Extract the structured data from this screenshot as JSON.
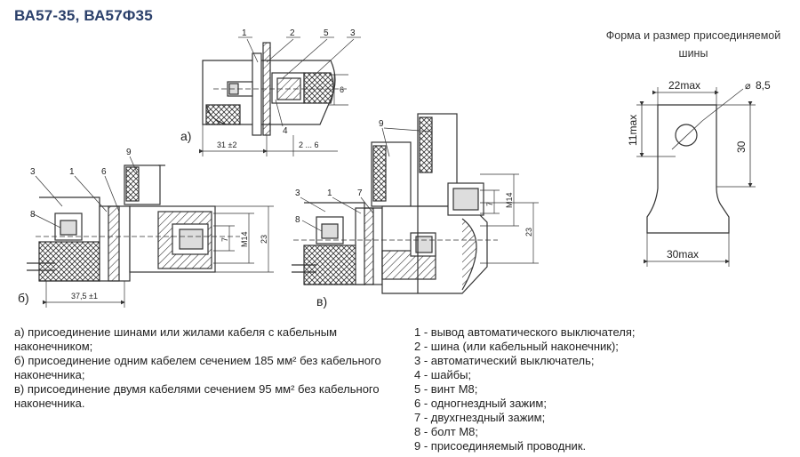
{
  "title": "ВА57-35, ВА57Ф35",
  "busbar": {
    "caption": "Форма и размер присоединяемой шины",
    "dim_width_max": "22max",
    "dim_height_max": "11max",
    "dim_hole": "8,5",
    "dim_length": "30",
    "dim_bottom_max": "30max"
  },
  "view_a": {
    "label": "а)",
    "callouts": [
      "1",
      "2",
      "5",
      "3",
      "4"
    ],
    "dim_left": "31 ±2",
    "dim_right": "2 ... 6",
    "dim_side": "6"
  },
  "view_b": {
    "label": "б)",
    "callouts": [
      "3",
      "1",
      "6",
      "9",
      "8"
    ],
    "dim_bottom": "37,5 ±1",
    "dim_7": "7",
    "dim_m14": "M14",
    "dim_23": "23"
  },
  "view_c": {
    "label": "в)",
    "callouts": [
      "3",
      "1",
      "7",
      "9",
      "8"
    ],
    "dim_m14": "M14",
    "dim_7": "7",
    "dim_23": "23"
  },
  "notes": [
    "а) присоединение шинами или жилами кабеля с кабельным наконечником;",
    "б) присоединение одним кабелем сечением 185 мм² без кабельного наконечника;",
    "в) присоединение двумя кабелями сечением 95 мм² без кабельного наконечника."
  ],
  "legend": [
    "1 - вывод автоматического выключателя;",
    "2 - шина (или кабельный наконечник);",
    "3 - автоматический выключатель;",
    "4 - шайбы;",
    "5 - винт М8;",
    "6 - одногнездный зажим;",
    "7 - двухгнездный зажим;",
    "8 - болт М8;",
    "9 - присоединяемый проводник."
  ]
}
